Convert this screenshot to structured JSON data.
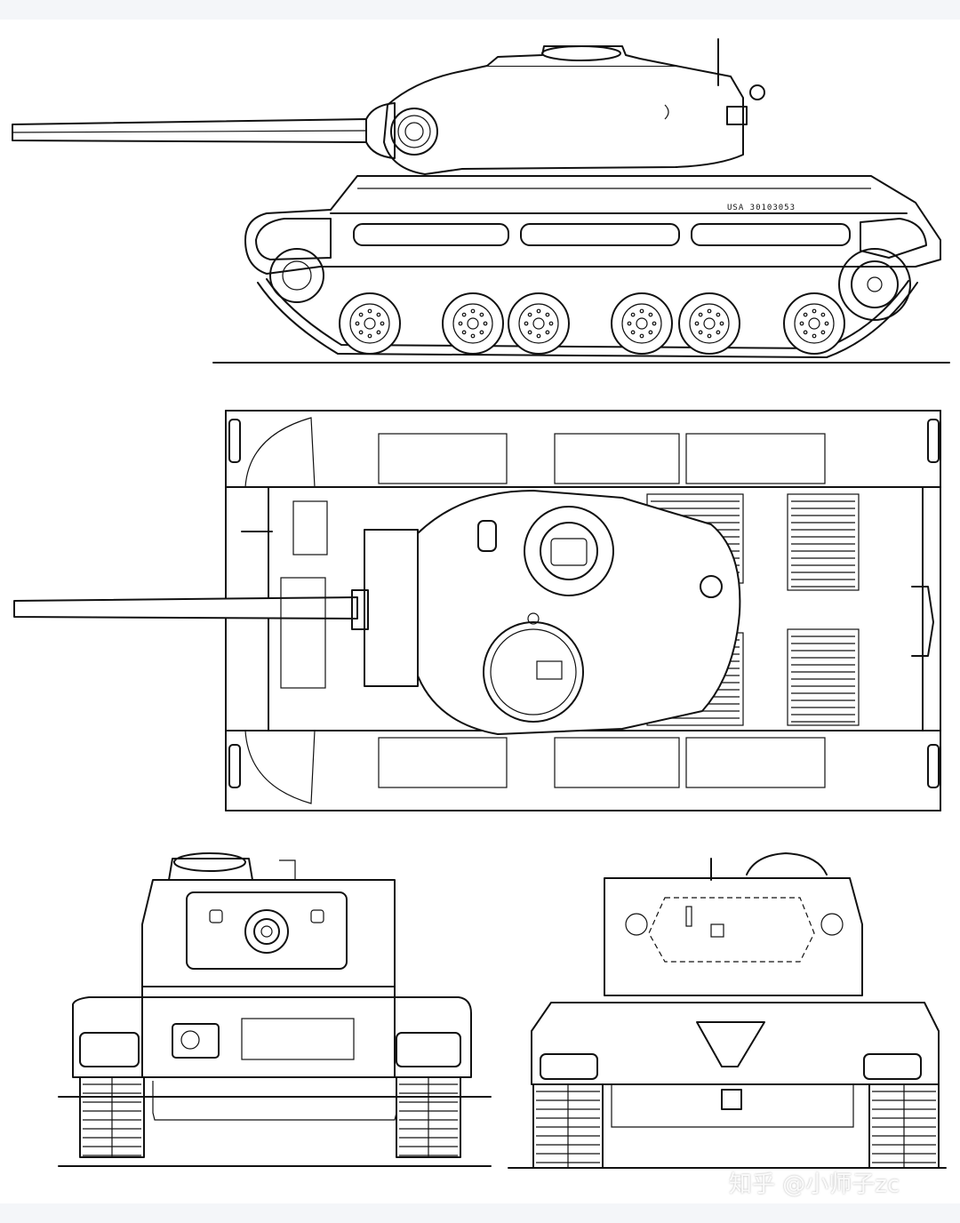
{
  "drawing": {
    "hull_marking": "USA 30103053",
    "watermark": "知乎 @小师子zc",
    "views": [
      "side",
      "top",
      "front",
      "rear"
    ],
    "line_color": "#111111",
    "background": "#ffffff"
  }
}
